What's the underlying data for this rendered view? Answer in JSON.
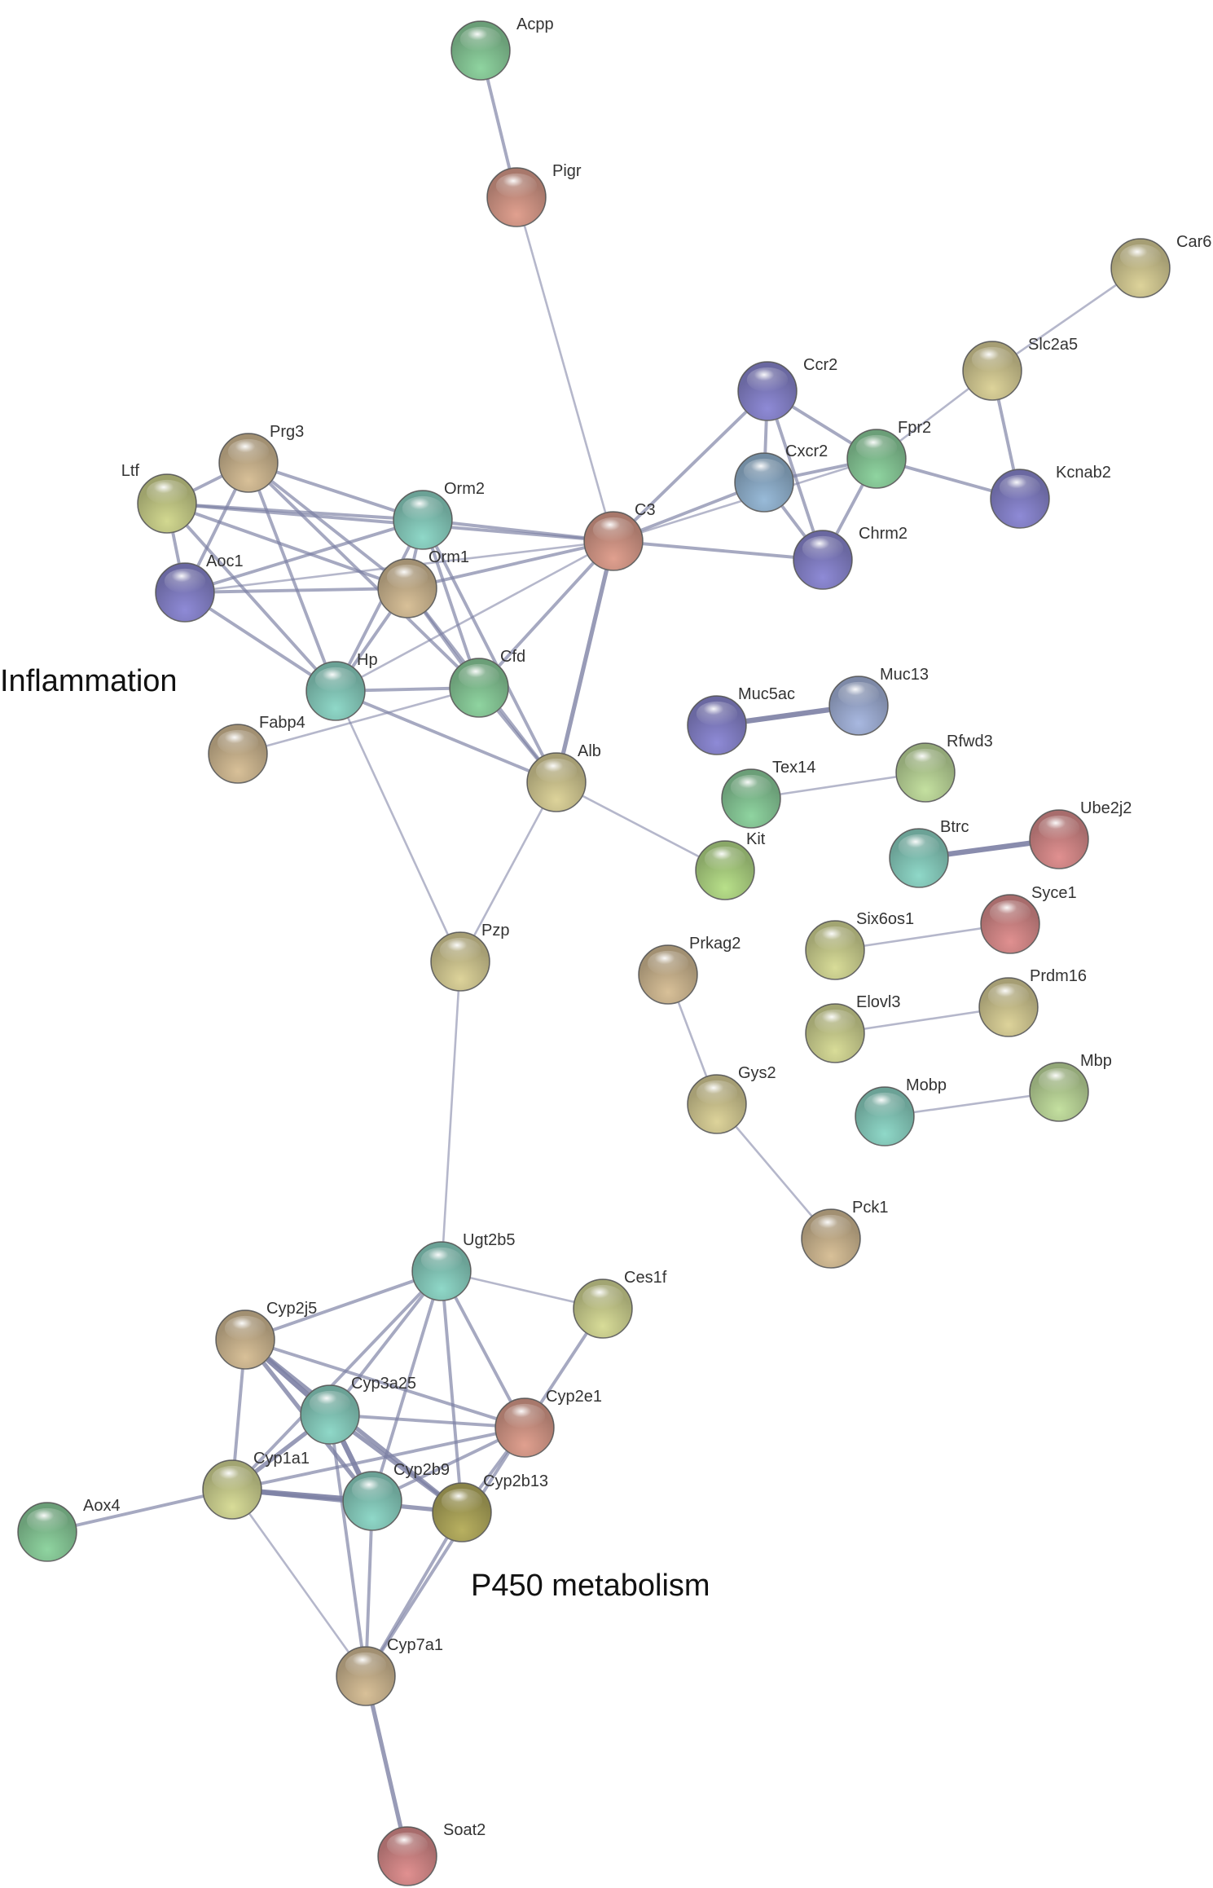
{
  "group_labels": {
    "inflammation": "Inflammation",
    "p450": "P450 metabolism"
  },
  "palette": {
    "green": "#8fd4a0",
    "tan": "#d8c098",
    "salmon": "#e0a08f",
    "sand": "#ddd39a",
    "purple": "#8e8ad6",
    "teal": "#8fd8c8",
    "olive": "#d2d890",
    "blue": "#98bad8",
    "lime": "#b8e08a",
    "rose": "#e09090",
    "light-green": "#c4e0a0",
    "dark-olive": "#b8b060",
    "periwinkle": "#a8b8e0",
    "yellow-green": "#d8dc98"
  },
  "nodes": [
    {
      "id": "Acpp",
      "color": "green"
    },
    {
      "id": "Pigr",
      "color": "salmon"
    },
    {
      "id": "Car6",
      "color": "sand"
    },
    {
      "id": "Slc2a5",
      "color": "sand"
    },
    {
      "id": "Ccr2",
      "color": "purple"
    },
    {
      "id": "Fpr2",
      "color": "green"
    },
    {
      "id": "Cxcr2",
      "color": "blue"
    },
    {
      "id": "Kcnab2",
      "color": "purple"
    },
    {
      "id": "Chrm2",
      "color": "purple"
    },
    {
      "id": "C3",
      "color": "salmon"
    },
    {
      "id": "Prg3",
      "color": "tan"
    },
    {
      "id": "Ltf",
      "color": "olive"
    },
    {
      "id": "Orm2",
      "color": "teal"
    },
    {
      "id": "Orm1",
      "color": "tan"
    },
    {
      "id": "Aoc1",
      "color": "purple"
    },
    {
      "id": "Hp",
      "color": "teal"
    },
    {
      "id": "Cfd",
      "color": "green"
    },
    {
      "id": "Fabp4",
      "color": "tan"
    },
    {
      "id": "Alb",
      "color": "sand"
    },
    {
      "id": "Muc5ac",
      "color": "purple"
    },
    {
      "id": "Muc13",
      "color": "periwinkle"
    },
    {
      "id": "Tex14",
      "color": "green"
    },
    {
      "id": "Rfwd3",
      "color": "light-green"
    },
    {
      "id": "Kit",
      "color": "lime"
    },
    {
      "id": "Btrc",
      "color": "teal"
    },
    {
      "id": "Ube2j2",
      "color": "rose"
    },
    {
      "id": "Six6os1",
      "color": "yellow-green"
    },
    {
      "id": "Syce1",
      "color": "rose"
    },
    {
      "id": "Pzp",
      "color": "sand"
    },
    {
      "id": "Prkag2",
      "color": "tan"
    },
    {
      "id": "Elovl3",
      "color": "yellow-green"
    },
    {
      "id": "Prdm16",
      "color": "sand"
    },
    {
      "id": "Gys2",
      "color": "sand"
    },
    {
      "id": "Mobp",
      "color": "teal"
    },
    {
      "id": "Mbp",
      "color": "light-green"
    },
    {
      "id": "Pck1",
      "color": "tan"
    },
    {
      "id": "Ugt2b5",
      "color": "teal"
    },
    {
      "id": "Ces1f",
      "color": "yellow-green"
    },
    {
      "id": "Cyp2j5",
      "color": "tan"
    },
    {
      "id": "Cyp3a25",
      "color": "teal"
    },
    {
      "id": "Cyp2e1",
      "color": "salmon"
    },
    {
      "id": "Cyp1a1",
      "color": "yellow-green"
    },
    {
      "id": "Cyp2b9",
      "color": "teal"
    },
    {
      "id": "Cyp2b13",
      "color": "dark-olive"
    },
    {
      "id": "Aox4",
      "color": "green"
    },
    {
      "id": "Cyp7a1",
      "color": "tan"
    },
    {
      "id": "Soat2",
      "color": "rose"
    }
  ],
  "edges": [
    [
      "Acpp",
      "Pigr",
      3
    ],
    [
      "Pigr",
      "C3",
      2
    ],
    [
      "Car6",
      "Slc2a5",
      2
    ],
    [
      "Slc2a5",
      "Fpr2",
      2
    ],
    [
      "Slc2a5",
      "Kcnab2",
      3
    ],
    [
      "Fpr2",
      "Kcnab2",
      3
    ],
    [
      "Ccr2",
      "Cxcr2",
      3
    ],
    [
      "Ccr2",
      "Fpr2",
      3
    ],
    [
      "Ccr2",
      "C3",
      3
    ],
    [
      "Ccr2",
      "Chrm2",
      3
    ],
    [
      "Cxcr2",
      "Fpr2",
      3
    ],
    [
      "Cxcr2",
      "Chrm2",
      3
    ],
    [
      "Fpr2",
      "Chrm2",
      3
    ],
    [
      "Cxcr2",
      "C3",
      3
    ],
    [
      "Fpr2",
      "C3",
      2
    ],
    [
      "Chrm2",
      "C3",
      3
    ],
    [
      "Prg3",
      "Ltf",
      3
    ],
    [
      "Prg3",
      "Aoc1",
      3
    ],
    [
      "Prg3",
      "Orm2",
      3
    ],
    [
      "Prg3",
      "Orm1",
      3
    ],
    [
      "Prg3",
      "Hp",
      3
    ],
    [
      "Prg3",
      "Cfd",
      3
    ],
    [
      "Ltf",
      "Aoc1",
      3
    ],
    [
      "Ltf",
      "Orm2",
      3
    ],
    [
      "Ltf",
      "Orm1",
      3
    ],
    [
      "Ltf",
      "Hp",
      3
    ],
    [
      "Ltf",
      "C3",
      3
    ],
    [
      "Aoc1",
      "Orm2",
      3
    ],
    [
      "Aoc1",
      "Orm1",
      3
    ],
    [
      "Aoc1",
      "Hp",
      3
    ],
    [
      "Aoc1",
      "C3",
      2
    ],
    [
      "Orm2",
      "Orm1",
      3
    ],
    [
      "Orm2",
      "Hp",
      3
    ],
    [
      "Orm2",
      "Cfd",
      3
    ],
    [
      "Orm2",
      "Alb",
      3
    ],
    [
      "Orm2",
      "C3",
      3
    ],
    [
      "Orm1",
      "Hp",
      3
    ],
    [
      "Orm1",
      "Cfd",
      3
    ],
    [
      "Orm1",
      "Alb",
      3
    ],
    [
      "Orm1",
      "C3",
      3
    ],
    [
      "Hp",
      "Cfd",
      3
    ],
    [
      "Hp",
      "Alb",
      3
    ],
    [
      "Hp",
      "C3",
      2
    ],
    [
      "Hp",
      "Pzp",
      2
    ],
    [
      "Cfd",
      "Alb",
      3
    ],
    [
      "Cfd",
      "C3",
      3
    ],
    [
      "Fabp4",
      "Cfd",
      2
    ],
    [
      "Alb",
      "C3",
      4
    ],
    [
      "Alb",
      "Kit",
      2
    ],
    [
      "Alb",
      "Pzp",
      2
    ],
    [
      "Muc5ac",
      "Muc13",
      5
    ],
    [
      "Tex14",
      "Rfwd3",
      2
    ],
    [
      "Btrc",
      "Ube2j2",
      5
    ],
    [
      "Six6os1",
      "Syce1",
      2
    ],
    [
      "Elovl3",
      "Prdm16",
      2
    ],
    [
      "Mobp",
      "Mbp",
      2
    ],
    [
      "Prkag2",
      "Gys2",
      2
    ],
    [
      "Gys2",
      "Pck1",
      2
    ],
    [
      "Pzp",
      "Ugt2b5",
      2
    ],
    [
      "Ugt2b5",
      "Ces1f",
      2
    ],
    [
      "Ugt2b5",
      "Cyp2j5",
      3
    ],
    [
      "Ugt2b5",
      "Cyp3a25",
      3
    ],
    [
      "Ugt2b5",
      "Cyp2e1",
      3
    ],
    [
      "Ugt2b5",
      "Cyp1a1",
      3
    ],
    [
      "Ugt2b5",
      "Cyp2b9",
      3
    ],
    [
      "Ugt2b5",
      "Cyp2b13",
      3
    ],
    [
      "Ces1f",
      "Cyp2e1",
      3
    ],
    [
      "Cyp2j5",
      "Cyp3a25",
      5
    ],
    [
      "Cyp2j5",
      "Cyp2e1",
      3
    ],
    [
      "Cyp2j5",
      "Cyp1a1",
      3
    ],
    [
      "Cyp2j5",
      "Cyp2b9",
      4
    ],
    [
      "Cyp2j5",
      "Cyp2b13",
      4
    ],
    [
      "Cyp3a25",
      "Cyp2e1",
      3
    ],
    [
      "Cyp3a25",
      "Cyp1a1",
      4
    ],
    [
      "Cyp3a25",
      "Cyp2b9",
      5
    ],
    [
      "Cyp3a25",
      "Cyp2b13",
      4
    ],
    [
      "Cyp3a25",
      "Cyp7a1",
      3
    ],
    [
      "Cyp2e1",
      "Cyp1a1",
      3
    ],
    [
      "Cyp2e1",
      "Cyp2b9",
      3
    ],
    [
      "Cyp2e1",
      "Cyp2b13",
      3
    ],
    [
      "Cyp1a1",
      "Cyp2b9",
      5
    ],
    [
      "Cyp1a1",
      "Cyp2b13",
      4
    ],
    [
      "Cyp1a1",
      "Aox4",
      3
    ],
    [
      "Cyp1a1",
      "Cyp7a1",
      2
    ],
    [
      "Cyp2b9",
      "Cyp7a1",
      3
    ],
    [
      "Cyp2b13",
      "Cyp7a1",
      3
    ],
    [
      "Cyp2e1",
      "Cyp7a1",
      3
    ],
    [
      "Cyp7a1",
      "Soat2",
      4
    ]
  ]
}
